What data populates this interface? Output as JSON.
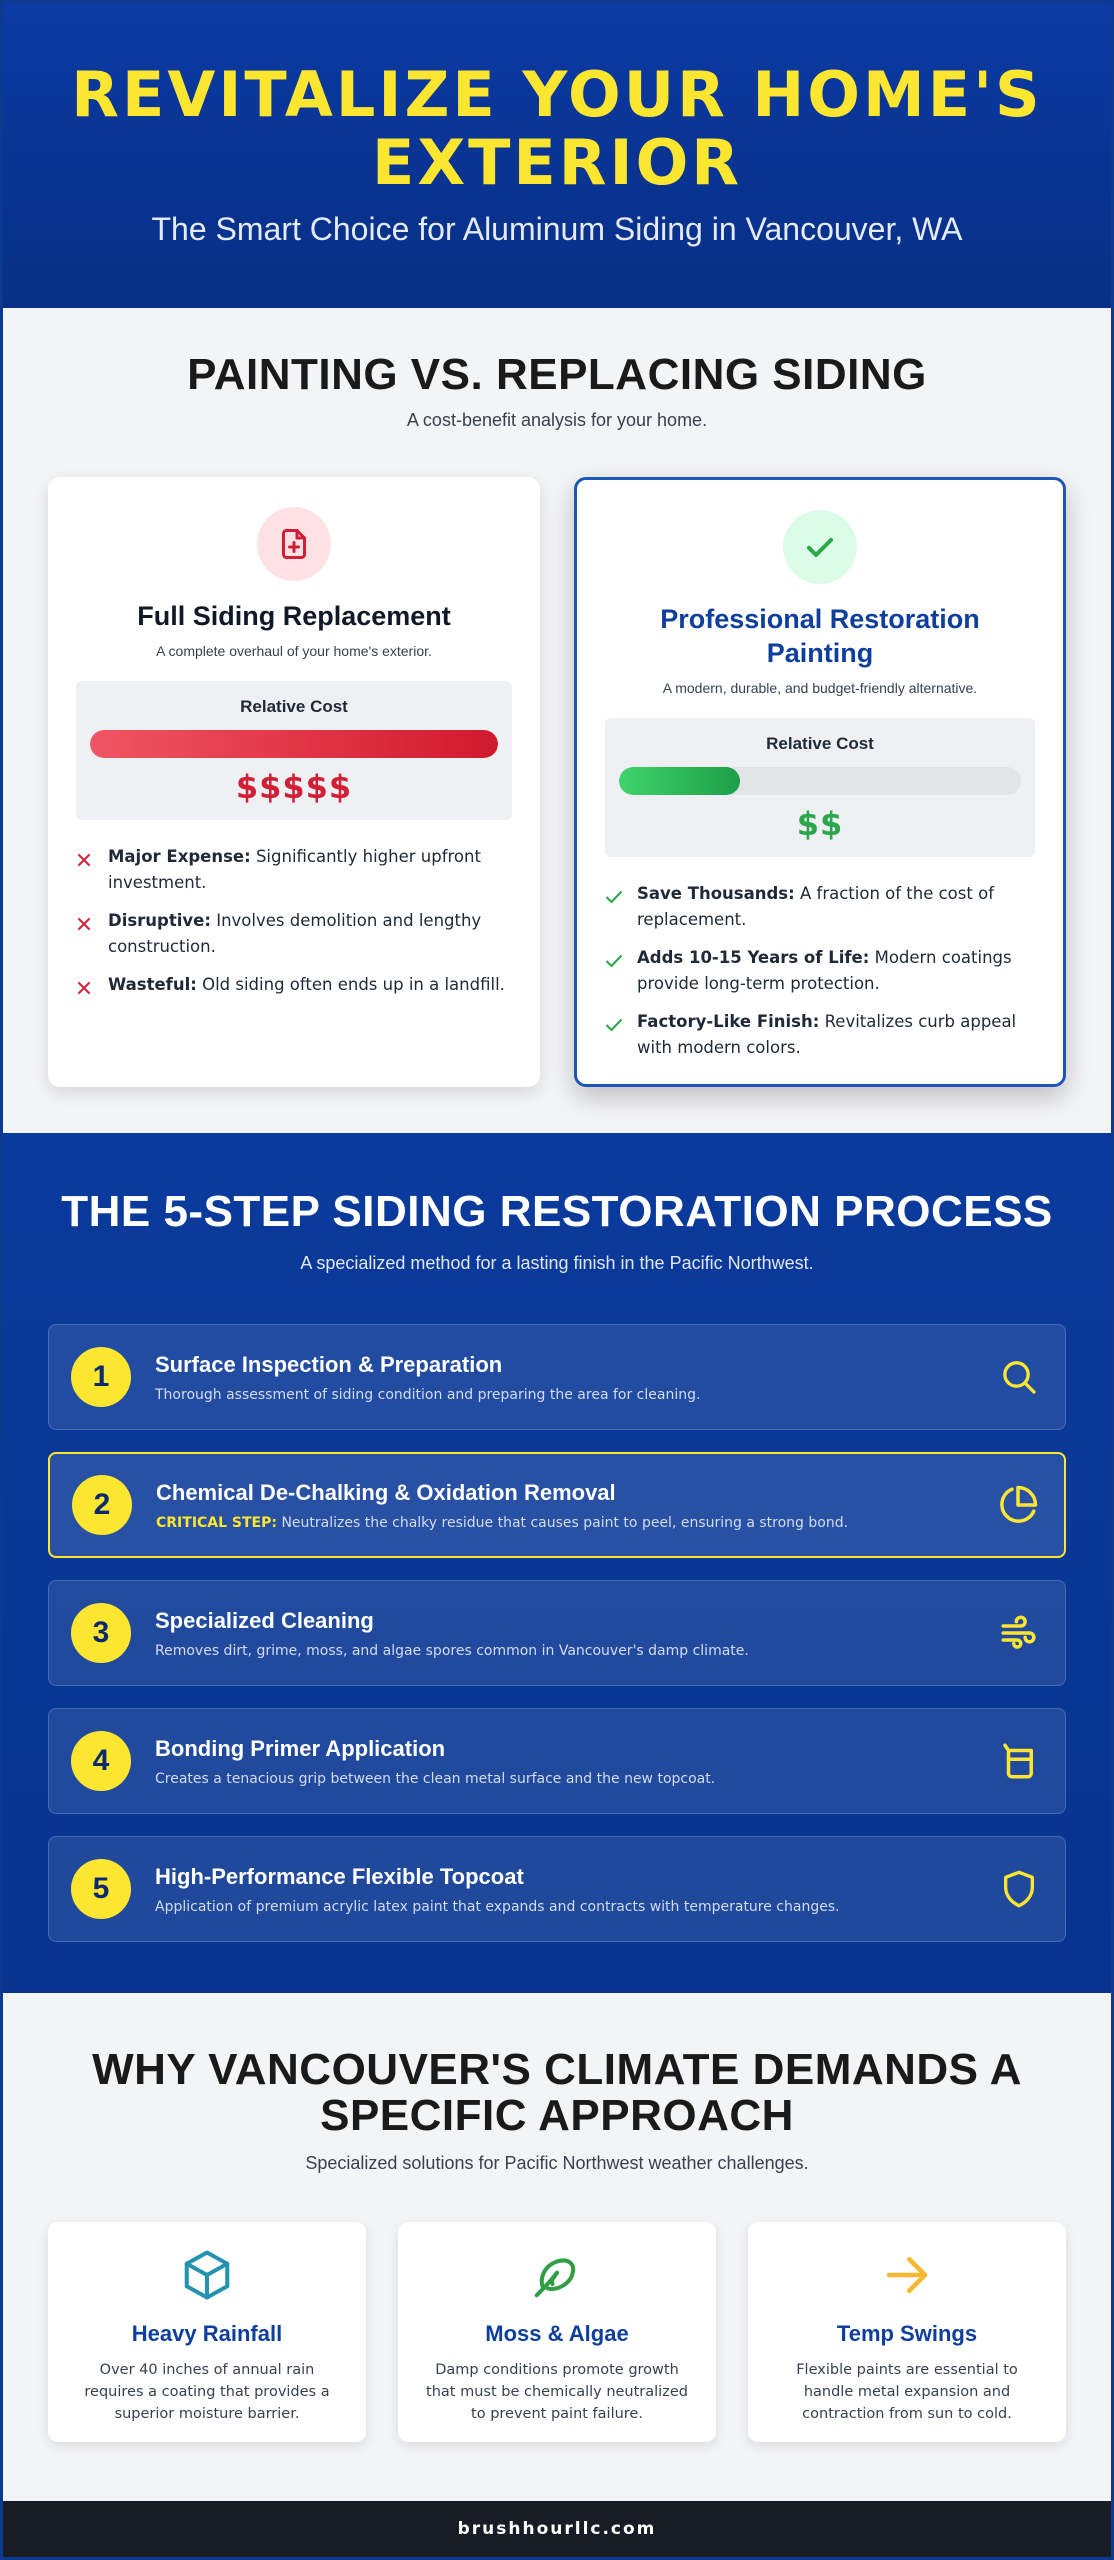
{
  "hero": {
    "title": "REVITALIZE YOUR HOME'S EXTERIOR",
    "subtitle": "The Smart Choice for Aluminum Siding in Vancouver, WA"
  },
  "comparison": {
    "title": "PAINTING VS. REPLACING SIDING",
    "subtitle": "A cost-benefit analysis for your home.",
    "replacement": {
      "icon": "document-plus-icon",
      "title": "Full Siding Replacement",
      "description": "A complete overhaul of your home's exterior.",
      "cost_label": "Relative Cost",
      "cost_level": 1.0,
      "cost_value": "$$$$$",
      "points": [
        {
          "title": "Major Expense:",
          "text": "Significantly higher upfront investment."
        },
        {
          "title": "Disruptive:",
          "text": "Involves demolition and lengthy construction."
        },
        {
          "title": "Wasteful:",
          "text": "Old siding often ends up in a landfill."
        }
      ]
    },
    "restoration": {
      "icon": "checkmark-icon",
      "title": "Professional Restoration Painting",
      "description": "A modern, durable, and budget-friendly alternative.",
      "cost_label": "Relative Cost",
      "cost_level": 0.3,
      "cost_value": "$$",
      "points": [
        {
          "title": "Save Thousands:",
          "text": "A fraction of the cost of replacement."
        },
        {
          "title": "Adds 10-15 Years of Life:",
          "text": "Modern coatings provide long-term protection."
        },
        {
          "title": "Factory-Like Finish:",
          "text": "Revitalizes curb appeal with modern colors."
        }
      ]
    }
  },
  "process": {
    "title": "THE 5-STEP SIDING RESTORATION PROCESS",
    "subtitle": "A specialized method for a lasting finish in the Pacific Northwest.",
    "steps": [
      {
        "number": "1",
        "title": "Surface Inspection & Preparation",
        "critical": "",
        "description": "Thorough assessment of siding condition and preparing the area for cleaning.",
        "icon": "search-icon"
      },
      {
        "number": "2",
        "title": "Chemical De-Chalking & Oxidation Removal",
        "critical": "CRITICAL STEP:",
        "description": "Neutralizes the chalky residue that causes paint to peel, ensuring a strong bond.",
        "icon": "pie-chart-icon"
      },
      {
        "number": "3",
        "title": "Specialized Cleaning",
        "critical": "",
        "description": "Removes dirt, grime, moss, and algae spores common in Vancouver's damp climate.",
        "icon": "wind-icon"
      },
      {
        "number": "4",
        "title": "Bonding Primer Application",
        "critical": "",
        "description": "Creates a tenacious grip between the clean metal surface and the new topcoat.",
        "icon": "paint-bucket-icon"
      },
      {
        "number": "5",
        "title": "High-Performance Flexible Topcoat",
        "critical": "",
        "description": "Application of premium acrylic latex paint that expands and contracts with temperature changes.",
        "icon": "shield-icon"
      }
    ]
  },
  "climate": {
    "title": "WHY VANCOUVER'S CLIMATE DEMANDS A SPECIFIC APPROACH",
    "subtitle": "Specialized solutions for Pacific Northwest weather challenges.",
    "cards": [
      {
        "title": "Heavy Rainfall",
        "description": "Over 40 inches of annual rain requires a coating that provides a superior moisture barrier.",
        "icon": "cube-icon",
        "color": "#2493b0"
      },
      {
        "title": "Moss & Algae",
        "description": "Damp conditions promote growth that must be chemically neutralized to prevent paint failure.",
        "icon": "leaf-icon",
        "color": "#2f9e44"
      },
      {
        "title": "Temp Swings",
        "description": "Flexible paints are essential to handle metal expansion and contraction from sun to cold.",
        "icon": "arrow-right-icon",
        "color": "#f5b82e"
      }
    ]
  },
  "footer": {
    "text": "brushhourllc.com"
  },
  "colors": {
    "brand_blue": "#0a3a9c",
    "accent_yellow": "#fde62f",
    "expense_red": "#d11f35",
    "savings_green": "#2aa74b"
  }
}
